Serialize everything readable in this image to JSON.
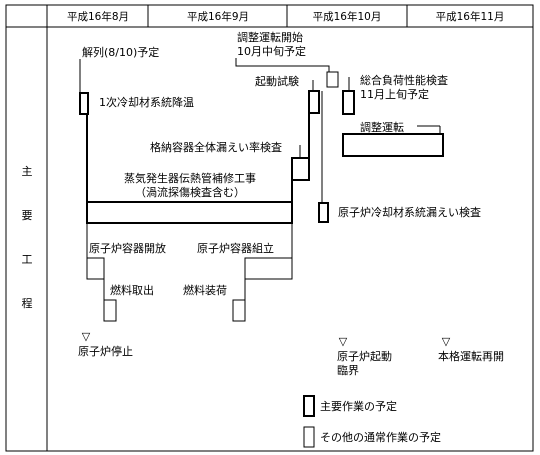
{
  "header": {
    "months": [
      "平成16年8月",
      "平成16年9月",
      "平成16年10月",
      "平成16年11月"
    ]
  },
  "side_label": [
    "主",
    "要",
    "工",
    "程"
  ],
  "tasks": {
    "shutdown_prep": "解列(8/10)予定",
    "primary_cooldown": "1次冷却材系統降温",
    "adjust_start_line1": "調整運転開始",
    "adjust_start_line2": "10月中旬予定",
    "startup_test": "起動試験",
    "full_load_line1": "総合負荷性能検査",
    "full_load_line2": "11月上旬予定",
    "adjust_operation": "調整運転",
    "containment_leak": "格納容器全体漏えい率検査",
    "sg_repair_line1": "蒸気発生器伝熱管補修工事",
    "sg_repair_line2": "（渦流探傷検査含む）",
    "rcs_leak": "原子炉冷却材系統漏えい検査",
    "vessel_open": "原子炉容器開放",
    "vessel_assemble": "原子炉容器組立",
    "fuel_unload": "燃料取出",
    "fuel_load": "燃料装荷"
  },
  "milestones": {
    "reactor_stop": "原子炉停止",
    "reactor_start_line1": "原子炉起動",
    "reactor_start_line2": "臨界",
    "full_operation": "本格運転再開",
    "marker": "▽"
  },
  "legend": {
    "main_work": "主要作業の予定",
    "other_work": "その他の通常作業の予定"
  }
}
